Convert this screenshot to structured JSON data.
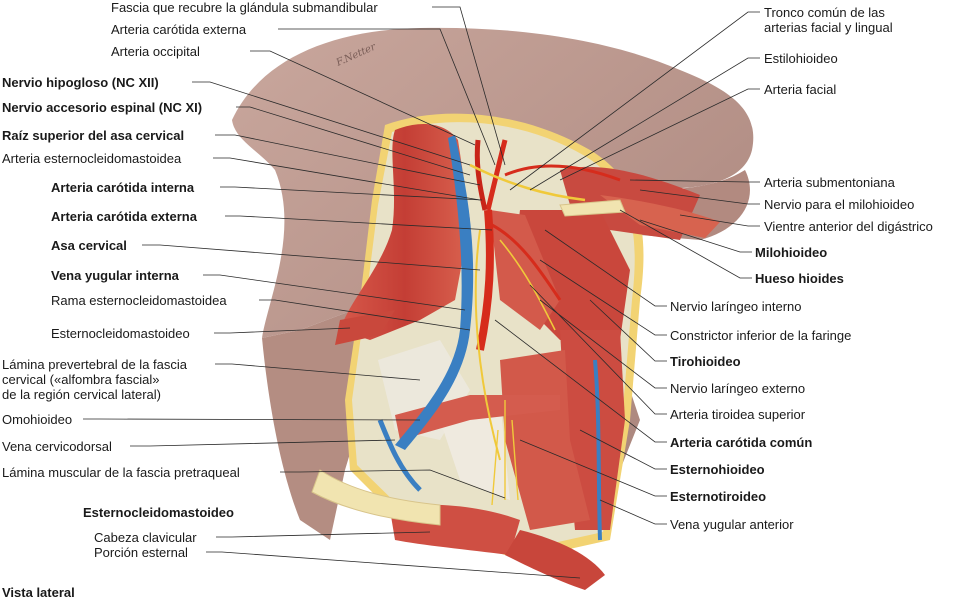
{
  "caption": "Vista lateral",
  "signature": "F.Netter",
  "palette": {
    "background": "#ffffff",
    "skin": "#bf9a8f",
    "skin_dark": "#9e7b72",
    "muscle": "#cc4a3f",
    "muscle_light": "#e07a66",
    "fascia": "#e8e2c8",
    "fat": "#f2d373",
    "vein": "#3a7fc2",
    "artery": "#d62c1c",
    "nerve": "#f0c93a",
    "bone": "#f1e4b0",
    "leader": "#2a2a2a"
  },
  "labels_left": [
    {
      "id": "fascia-submandibular",
      "text": "Fascia que recubre la glándula submandibular",
      "bold": false
    },
    {
      "id": "carotida-externa-top",
      "text": "Arteria carótida externa",
      "bold": false
    },
    {
      "id": "arteria-occipital",
      "text": "Arteria occipital",
      "bold": false
    },
    {
      "id": "nervio-hipogloso",
      "text": "Nervio hipogloso (NC XII)",
      "bold": true
    },
    {
      "id": "nervio-accesorio",
      "text": "Nervio accesorio espinal (NC XI)",
      "bold": true
    },
    {
      "id": "raiz-superior-asa",
      "text": "Raíz superior del asa cervical",
      "bold": true
    },
    {
      "id": "arteria-ecm",
      "text": "Arteria esternocleidomastoidea",
      "bold": false
    },
    {
      "id": "carotida-interna",
      "text": "Arteria carótida interna",
      "bold": true
    },
    {
      "id": "carotida-externa",
      "text": "Arteria carótida externa",
      "bold": true
    },
    {
      "id": "asa-cervical",
      "text": "Asa cervical",
      "bold": true
    },
    {
      "id": "vena-yugular-interna",
      "text": "Vena yugular interna",
      "bold": true
    },
    {
      "id": "rama-ecm",
      "text": "Rama esternocleidomastoidea",
      "bold": false
    },
    {
      "id": "ecm-left",
      "text": "Esternocleidomastoideo",
      "bold": false
    },
    {
      "id": "lamina-prevertebral",
      "text": "Lámina prevertebral de la fascia\ncervical («alfombra fascial»\nde la región cervical lateral)",
      "bold": false
    },
    {
      "id": "omohioideo",
      "text": "Omohioideo",
      "bold": false
    },
    {
      "id": "vena-cervicodorsal",
      "text": "Vena cervicodorsal",
      "bold": false
    },
    {
      "id": "lamina-pretraqueal",
      "text": "Lámina muscular de la fascia pretraqueal",
      "bold": false
    },
    {
      "id": "ecm-heading",
      "text": "Esternocleidomastoideo",
      "bold": true
    },
    {
      "id": "cabeza-clavicular",
      "text": "Cabeza clavicular",
      "bold": false
    },
    {
      "id": "porcion-esternal",
      "text": "Porción esternal",
      "bold": false
    }
  ],
  "labels_right": [
    {
      "id": "tronco-comun",
      "text": "Tronco común de las\narterias facial y lingual",
      "bold": false
    },
    {
      "id": "estilohioideo",
      "text": "Estilohioideo",
      "bold": false
    },
    {
      "id": "arteria-facial",
      "text": "Arteria facial",
      "bold": false
    },
    {
      "id": "arteria-submentoniana",
      "text": "Arteria submentoniana",
      "bold": false
    },
    {
      "id": "nervio-milohioideo",
      "text": "Nervio para el milohioideo",
      "bold": false
    },
    {
      "id": "vientre-anterior",
      "text": "Vientre anterior del digástrico",
      "bold": false
    },
    {
      "id": "milohioideo",
      "text": "Milohioideo",
      "bold": true
    },
    {
      "id": "hueso-hioides",
      "text": "Hueso hioides",
      "bold": true
    },
    {
      "id": "laringeo-interno",
      "text": "Nervio laríngeo interno",
      "bold": false
    },
    {
      "id": "constrictor-inferior",
      "text": "Constrictor inferior de la faringe",
      "bold": false
    },
    {
      "id": "tirohioideo",
      "text": "Tirohioideo",
      "bold": true
    },
    {
      "id": "laringeo-externo",
      "text": "Nervio laríngeo externo",
      "bold": false
    },
    {
      "id": "tiroidea-superior",
      "text": "Arteria tiroidea superior",
      "bold": false
    },
    {
      "id": "carotida-comun",
      "text": "Arteria carótida común",
      "bold": true
    },
    {
      "id": "esternohioideo",
      "text": "Esternohioideo",
      "bold": true
    },
    {
      "id": "esternotiroideo",
      "text": "Esternotiroideo",
      "bold": true
    },
    {
      "id": "vena-yugular-anterior",
      "text": "Vena yugular anterior",
      "bold": false
    }
  ]
}
